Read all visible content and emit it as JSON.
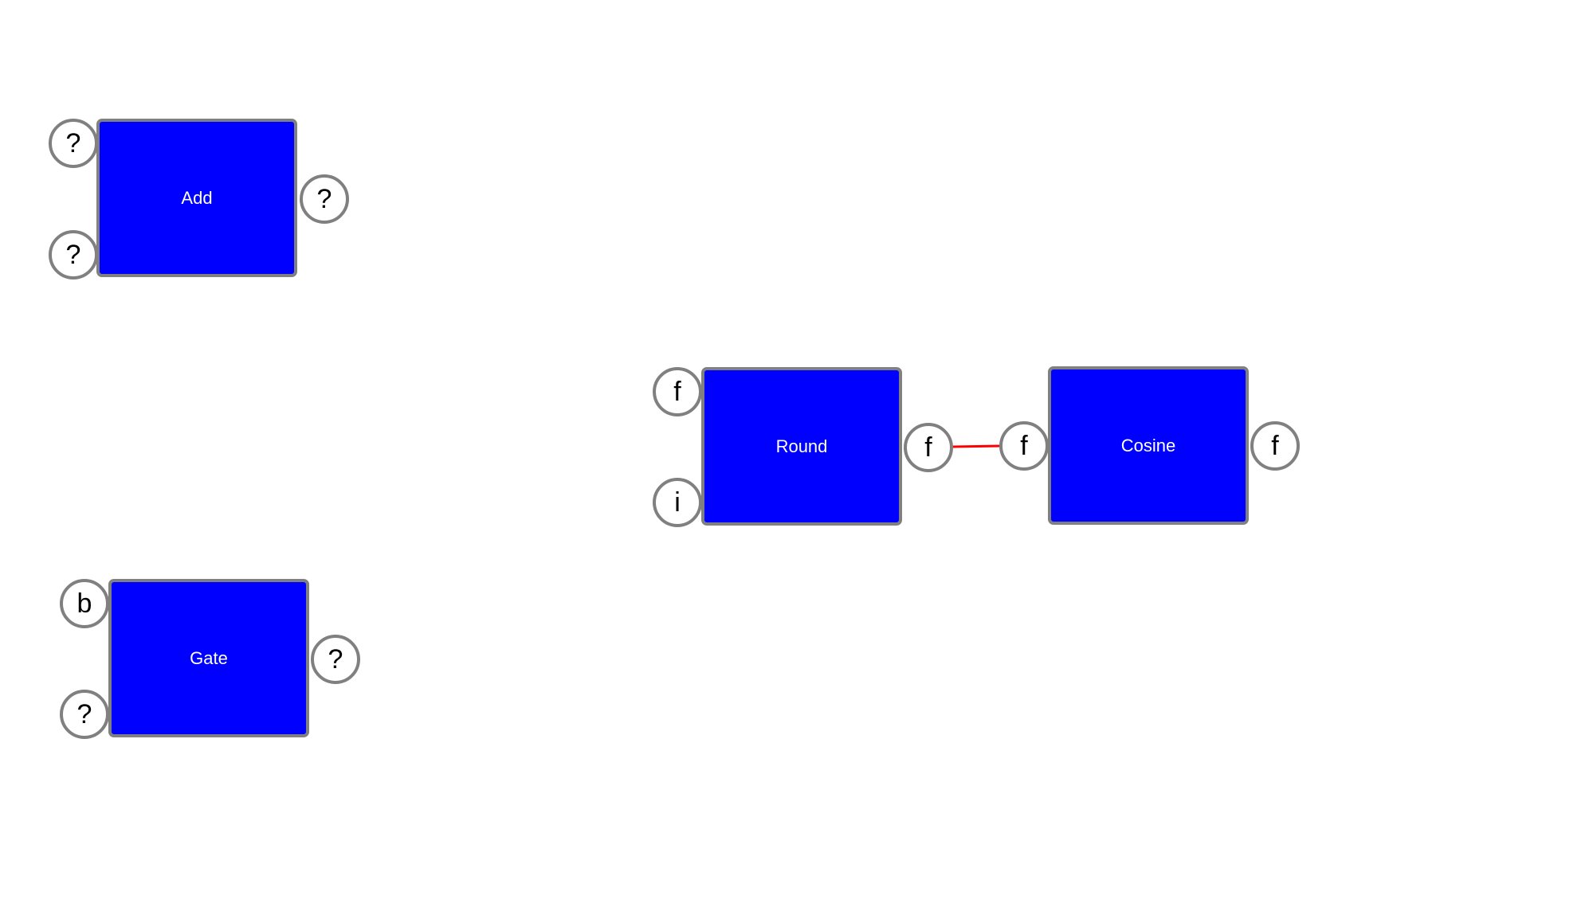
{
  "nodes": {
    "add": {
      "label": "Add",
      "inputs": [
        "?",
        "?"
      ],
      "output": "?"
    },
    "gate": {
      "label": "Gate",
      "inputs": [
        "b",
        "?"
      ],
      "output": "?"
    },
    "round": {
      "label": "Round",
      "inputs": [
        "f",
        "i"
      ],
      "output": "f"
    },
    "cosine": {
      "label": "Cosine",
      "inputs": [
        "f"
      ],
      "output": "f"
    }
  },
  "connections": [
    {
      "from": "round.output",
      "to": "cosine.input",
      "color": "#ff0000"
    }
  ],
  "colors": {
    "node_fill": "#0000ff",
    "node_border": "#808080",
    "port_fill": "#ffffff",
    "edge": "#ff0000"
  }
}
